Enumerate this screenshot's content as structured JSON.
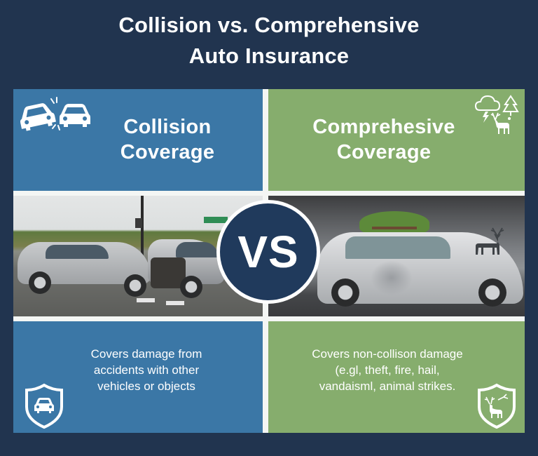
{
  "title": {
    "line1": "Collision vs. Comprehensive",
    "line2": "Auto Insurance"
  },
  "colors": {
    "background": "#21344f",
    "collision_panel": "#3b77a6",
    "comprehensive_panel": "#86ad6d",
    "vs_badge": "#203a5c",
    "divider": "#f4f6f4"
  },
  "collision": {
    "heading_line1": "Collision",
    "heading_line2": "Coverage",
    "icon": "car-crash-icon",
    "photo_alt": "Two silver sedans in a front-end collision at an intersection",
    "description": {
      "line1": "Covers damage from",
      "line2": "accidents with other",
      "line3": "vehicles or objects"
    },
    "badge_icon": "shield-car-icon"
  },
  "comprehensive": {
    "heading_line1": "Comprehesive",
    "heading_line2": "Coverage",
    "icon": "storm-tree-deer-icon",
    "photo_alt": "Dented silver sedan with fallen tree branch on roof, storm sky and deer silhouette",
    "description": {
      "line1": "Covers non-collison damage",
      "line2": "(e.gl, theft, fire, hail,",
      "line3": "vandaisml, animal strikes."
    },
    "badge_icon": "shield-deer-icon"
  },
  "vs_badge": {
    "label": "VS"
  }
}
